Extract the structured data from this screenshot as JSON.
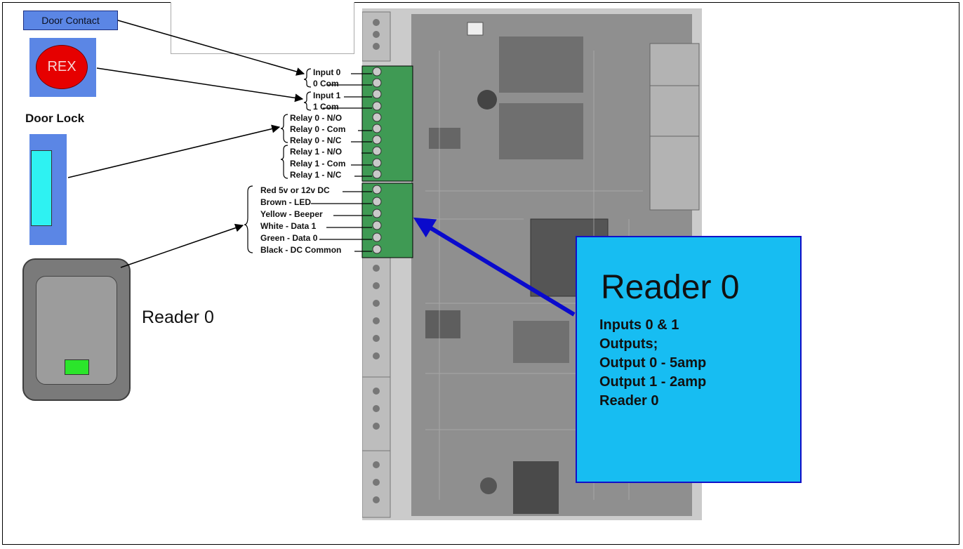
{
  "labels": {
    "door_contact": "Door Contact",
    "rex": "REX",
    "door_lock": "Door Lock",
    "reader_device": "Reader 0"
  },
  "terminals": {
    "inputs": [
      "Input 0",
      "0 Com",
      "Input 1",
      "1 Com"
    ],
    "relays": [
      "Relay 0 - N/O",
      "Relay 0 - Com",
      "Relay 0 - N/C",
      "Relay 1 - N/O",
      "Relay 1 - Com",
      "Relay 1 - N/C"
    ],
    "reader": [
      "Red 5v or 12v DC",
      "Brown - LED",
      "Yellow - Beeper",
      "White - Data 1",
      "Green - Data 0",
      "Black - DC Common"
    ]
  },
  "info_box": {
    "title": "Reader 0",
    "lines": [
      "Inputs 0 & 1",
      "Outputs;",
      "Output 0 - 5amp",
      "Output 1 - 2amp",
      "Reader 0"
    ]
  },
  "colors": {
    "device_blue": "#5b86e5",
    "rex_red": "#e60000",
    "lock_cyan": "#2ef2f2",
    "info_bg": "#17bdf2",
    "arrow_blue": "#0a0acc",
    "terminal_green": "#3f9a54"
  }
}
